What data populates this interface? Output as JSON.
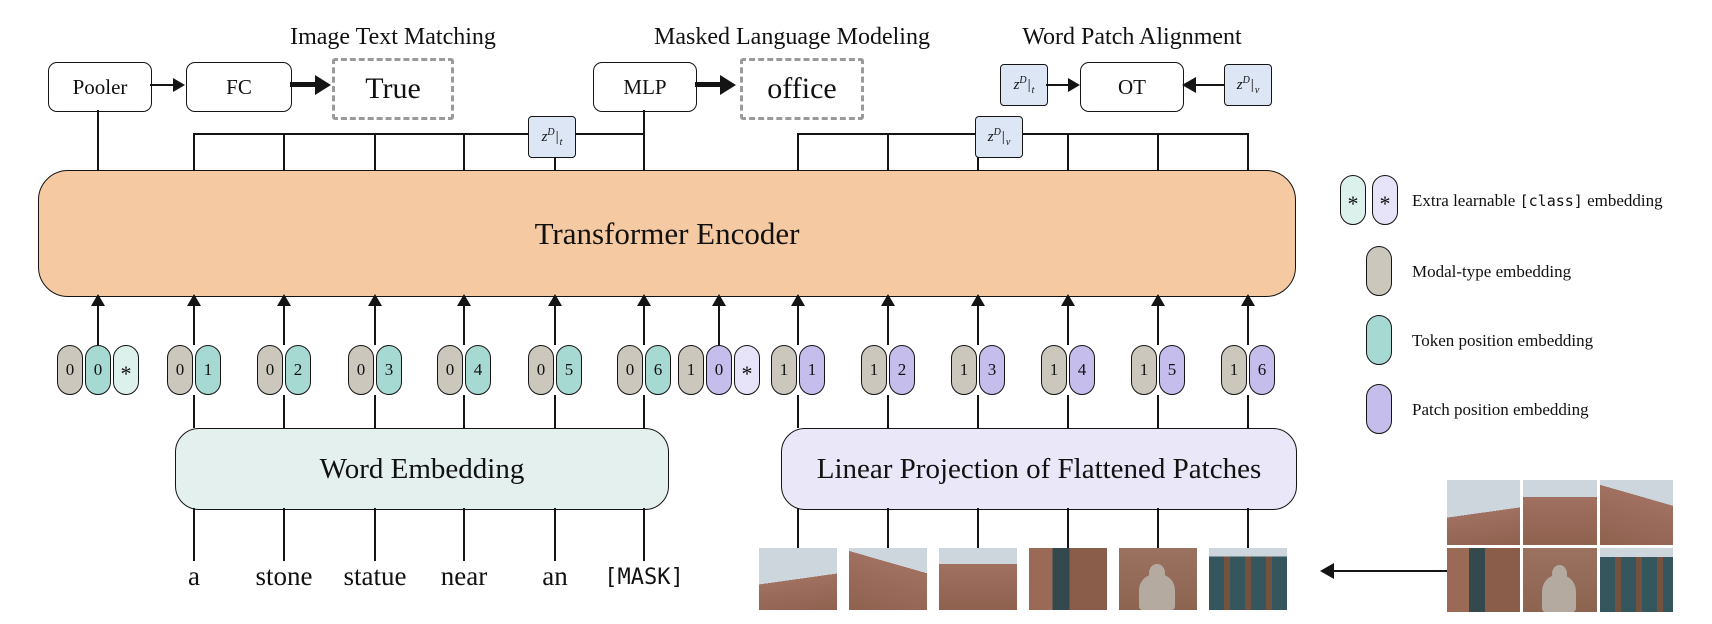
{
  "heads": {
    "itm": {
      "title": "Image Text Matching",
      "pooler": "Pooler",
      "fc": "FC",
      "result": "True"
    },
    "mlm": {
      "title": "Masked Language Modeling",
      "mlp": "MLP",
      "result": "office"
    },
    "wpa": {
      "title": "Word Patch Alignment",
      "ot": "OT"
    }
  },
  "math": {
    "z": "z",
    "sup": "D",
    "bar": "|",
    "sub_t": "t",
    "sub_v": "v"
  },
  "transformer_label": "Transformer Encoder",
  "word_embedding_label": "Word Embedding",
  "patch_projection_label": "Linear Projection of Flattened Patches",
  "text_tokens": [
    "a",
    "stone",
    "statue",
    "near",
    "an",
    "[MASK]"
  ],
  "pills": [
    [
      "0",
      "0",
      "*"
    ],
    [
      "0",
      "1"
    ],
    [
      "0",
      "2"
    ],
    [
      "0",
      "3"
    ],
    [
      "0",
      "4"
    ],
    [
      "0",
      "5"
    ],
    [
      "0",
      "6"
    ],
    [
      "1",
      "0",
      "*"
    ],
    [
      "1",
      "1"
    ],
    [
      "1",
      "2"
    ],
    [
      "1",
      "3"
    ],
    [
      "1",
      "4"
    ],
    [
      "1",
      "5"
    ],
    [
      "1",
      "6"
    ]
  ],
  "legend": {
    "class_star": "*",
    "class_pre": "Extra learnable ",
    "class_code": "[class]",
    "class_post": " embedding",
    "modal": "Modal-type embedding",
    "token_pos": "Token position embedding",
    "patch_pos": "Patch position embedding"
  },
  "colors": {
    "transformer": "#F5C9A1",
    "word_box": "#E3F0ED",
    "patch_box": "#EAE7F8",
    "modal_pill": "#CCC7BD",
    "token_pill": "#A6D9D2",
    "patch_pill": "#C5BDEB",
    "class_token_pill": "#DCF0EC",
    "class_patch_pill": "#E7E3F8",
    "z_box": "#DCE6F5"
  }
}
